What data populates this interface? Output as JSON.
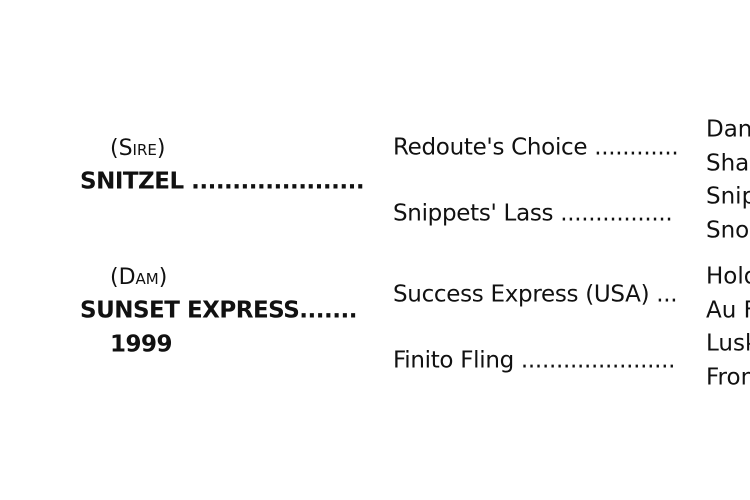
{
  "sire": {
    "label": "(Sire)",
    "name": "SNITZEL ....................."
  },
  "dam": {
    "label": "(Dam)",
    "name": "SUNSET EXPRESS.......",
    "year": "1999"
  },
  "grandparents": [
    {
      "name": "Redoute's Choice ............"
    },
    {
      "name": "Snippets' Lass ................"
    },
    {
      "name": "Success Express (USA) ..."
    },
    {
      "name": "Finito Fling ......................"
    }
  ],
  "great_grandparents": [
    "Dan",
    "Shar",
    "Snip",
    "Snov",
    "Hold",
    "Au F",
    "Lusk",
    "Fron"
  ]
}
